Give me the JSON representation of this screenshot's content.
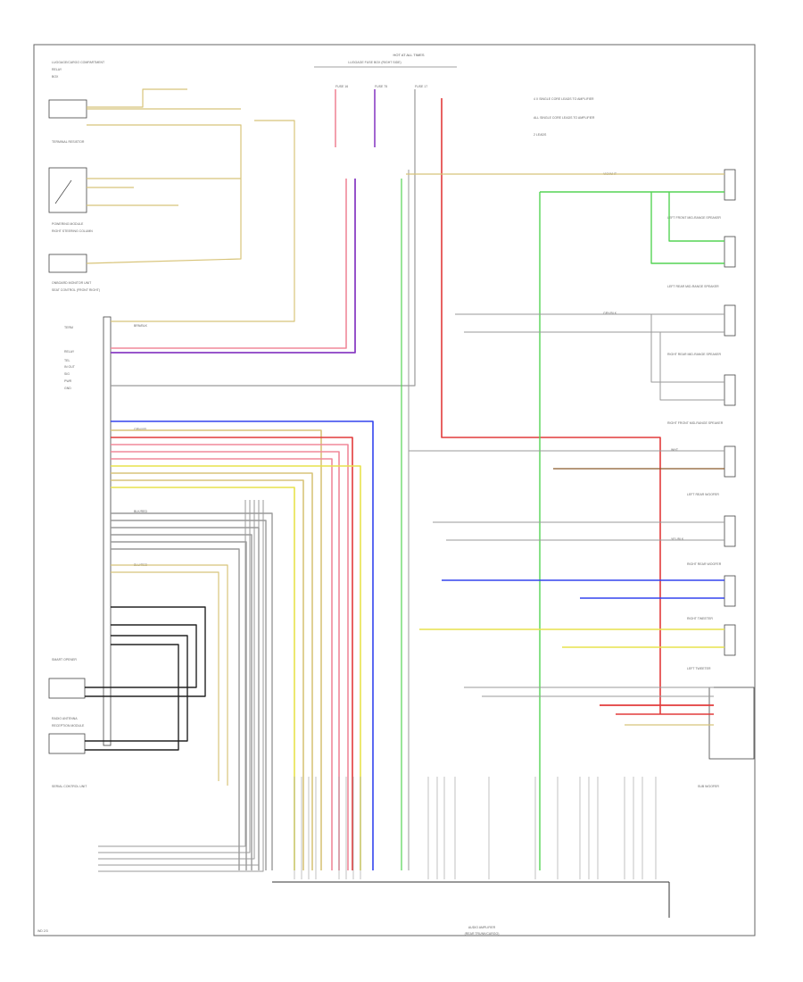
{
  "diagram": {
    "footer_code": "WD 2/3",
    "bottom_module": [
      "AUDIO AMPLIFIER",
      "(REAR TRUNK/CARGO)"
    ],
    "top_center": [
      "HOT AT ALL TIMES",
      "LUGGAGE FUSE BOX (RIGHT SIDE)"
    ],
    "legend": [
      "4 X SINGLE CORE LEADS TO AMPLIFIER",
      "ALL SINGLE CORE LEADS TO AMPLIFIER",
      "2 LEADS"
    ],
    "top_left_module": [
      "LUGGAGE/CARGO COMPARTMENT",
      "RELAY",
      "BOX"
    ],
    "left_components": [
      "TERMINAL RESISTOR",
      "POWERING MODULE",
      "RIGHT STEERING COLUMN",
      "ONBOARD MONITOR UNIT",
      "SEAT CONTROL (FRONT RIGHT)",
      "SMART OPENER",
      "RADIO ANTENNA",
      "RECEPTION MODULE",
      "SERIAL CONTROL UNIT"
    ],
    "left_connector_pins": [
      "TERM",
      "RELAY",
      "TEL",
      "IN OUT",
      "SIG",
      "PWR",
      "GND"
    ],
    "right_speakers": [
      "LEFT FRONT MID-RANGE SPEAKER",
      "LEFT REAR MID-RANGE SPEAKER",
      "RIGHT REAR MID-RANGE SPEAKER",
      "RIGHT FRONT MID-RANGE SPEAKER",
      "LEFT REAR WOOFER",
      "RIGHT REAR WOOFER",
      "RIGHT TWEETER",
      "LEFT TWEETER",
      "SUB WOOFER"
    ],
    "fuses": [
      "FUSE 16",
      "FUSE 75",
      "FUSE 17"
    ],
    "wire_labels": [
      "BRN/BLK",
      "GRN/YEL",
      "BLK/RED",
      "BLU/RED",
      "VIO/WHT",
      "GRY/BLK",
      "WHT",
      "YEL/BLK"
    ],
    "wire_colors": {
      "red": "#e23b3b",
      "pink": "#f0889a",
      "violet": "#8a3fc4",
      "blue": "#3344ee",
      "green": "#55d455",
      "yellow": "#e7e24d",
      "tan": "#d8c47a",
      "brown": "#8a5a2b",
      "gray": "#9a9a9a",
      "black": "#222222"
    }
  }
}
